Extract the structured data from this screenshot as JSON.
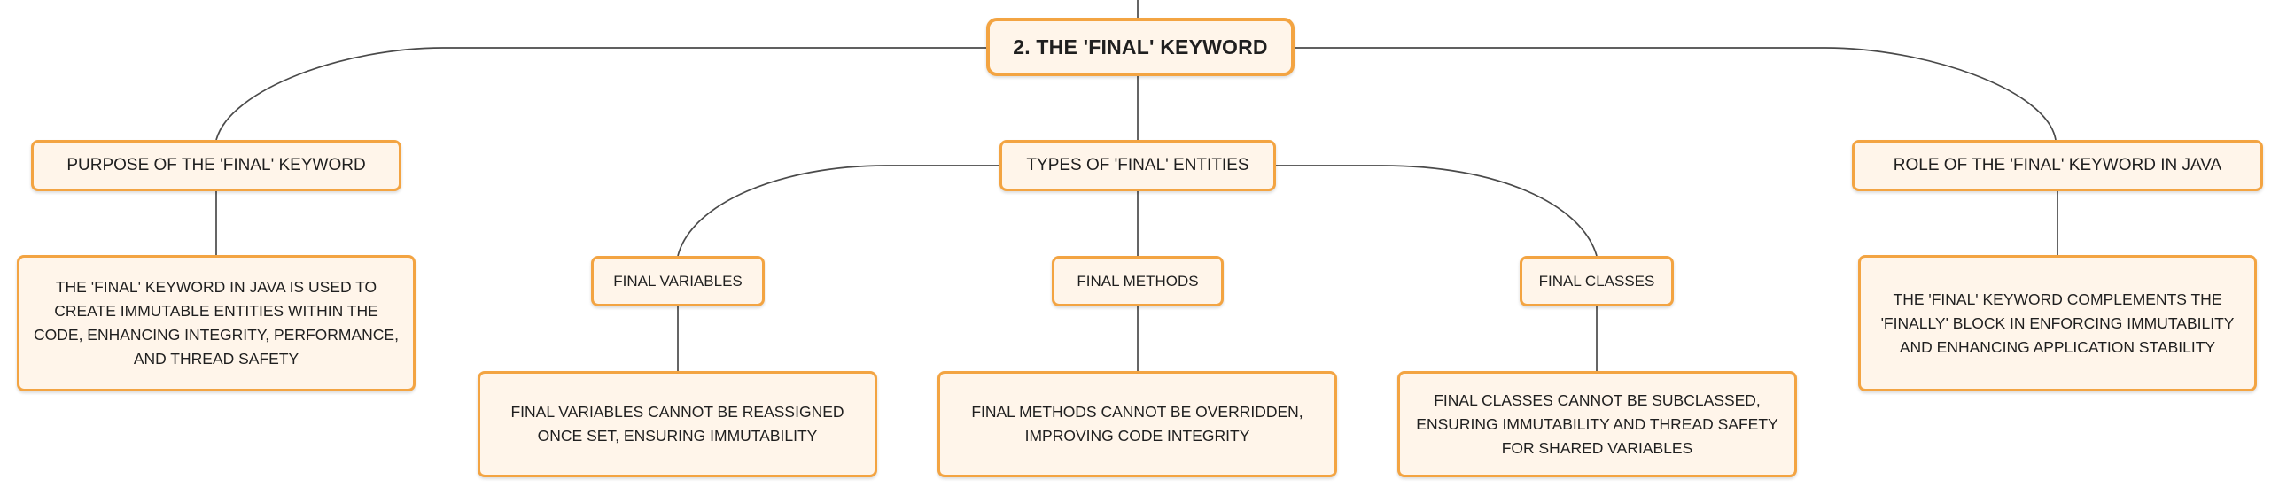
{
  "root": {
    "label": "2. THE 'FINAL' KEYWORD"
  },
  "branches": {
    "purpose": {
      "label": "PURPOSE OF THE 'FINAL' KEYWORD",
      "detail": "THE 'FINAL' KEYWORD IN JAVA IS USED TO CREATE IMMUTABLE ENTITIES WITHIN THE CODE, ENHANCING INTEGRITY, PERFORMANCE, AND THREAD SAFETY"
    },
    "types": {
      "label": "TYPES OF 'FINAL' ENTITIES",
      "children": {
        "variables": {
          "label": "FINAL VARIABLES",
          "detail": "FINAL VARIABLES CANNOT BE REASSIGNED ONCE SET, ENSURING IMMUTABILITY"
        },
        "methods": {
          "label": "FINAL METHODS",
          "detail": "FINAL METHODS CANNOT BE OVERRIDDEN, IMPROVING CODE INTEGRITY"
        },
        "classes": {
          "label": "FINAL CLASSES",
          "detail": "FINAL CLASSES CANNOT BE SUBCLASSED, ENSURING IMMUTABILITY AND THREAD SAFETY FOR SHARED VARIABLES"
        }
      }
    },
    "role": {
      "label": "ROLE OF THE 'FINAL' KEYWORD IN JAVA",
      "detail": "THE 'FINAL' KEYWORD COMPLEMENTS THE 'FINALLY' BLOCK IN ENFORCING IMMUTABILITY AND ENHANCING APPLICATION STABILITY"
    }
  },
  "colors": {
    "node_border": "#f3a442",
    "node_fill": "#fff5ea",
    "connector": "#4a4a4a",
    "text": "#1f1f1f"
  }
}
